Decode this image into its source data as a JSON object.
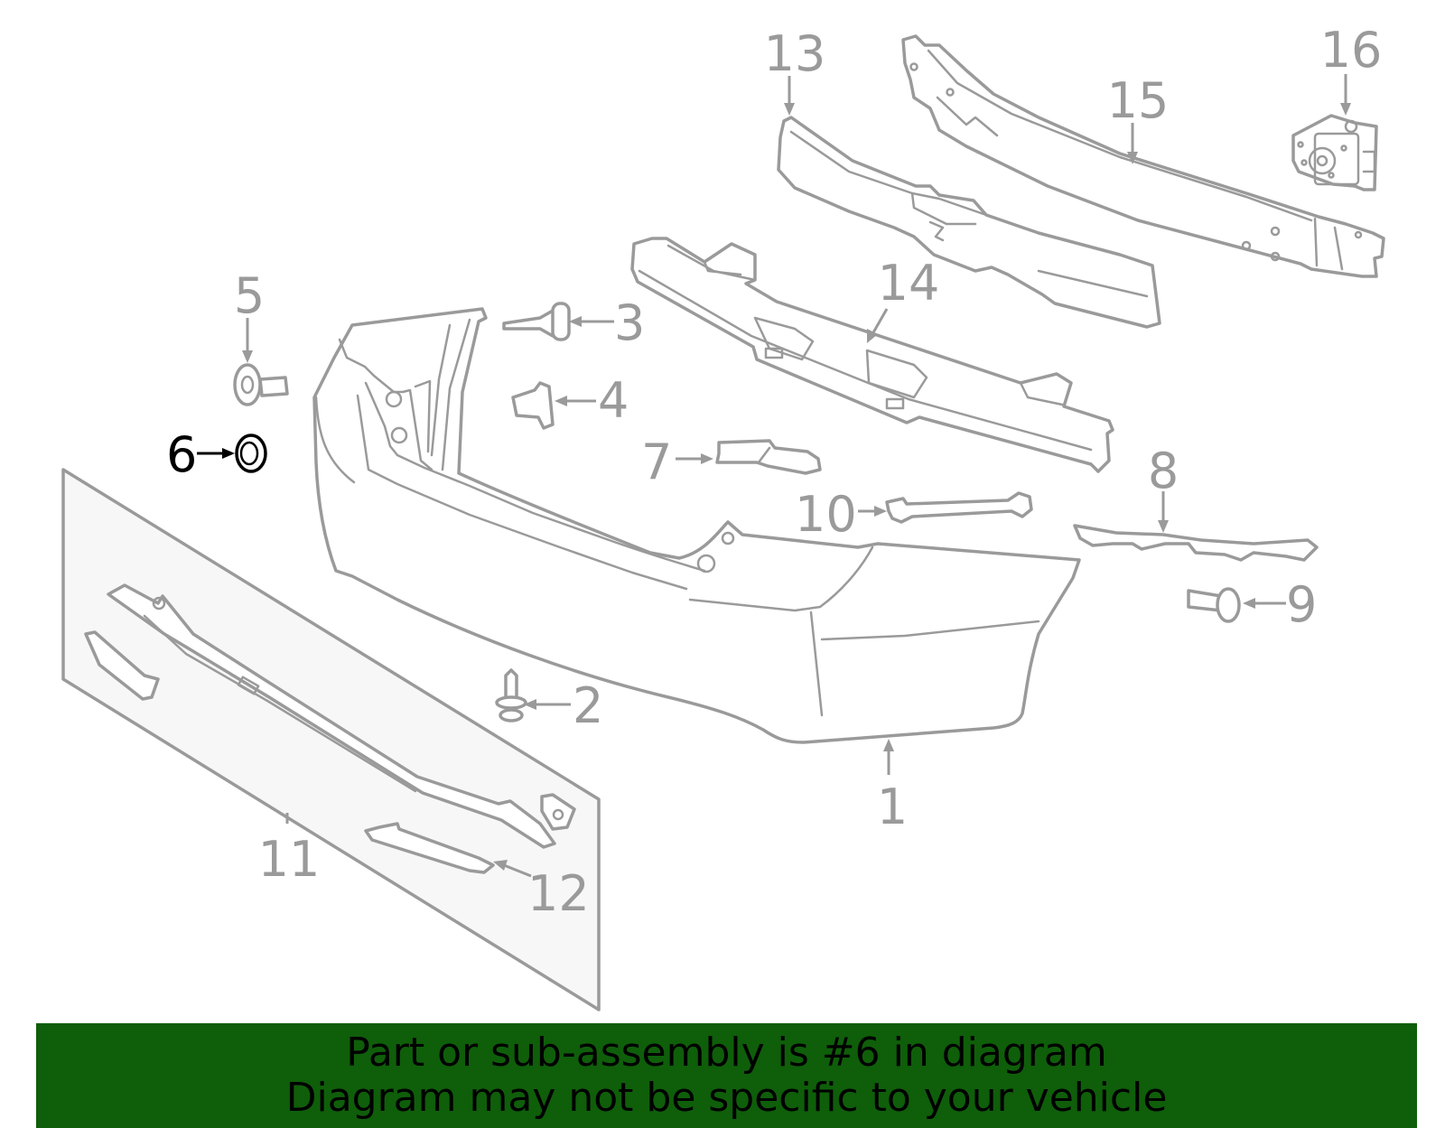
{
  "diagram": {
    "labels": {
      "p1": "1",
      "p2": "2",
      "p3": "3",
      "p4": "4",
      "p5": "5",
      "p6": "6",
      "p7": "7",
      "p8": "8",
      "p9": "9",
      "p10": "10",
      "p11": "11",
      "p12": "12",
      "p13": "13",
      "p14": "14",
      "p15": "15",
      "p16": "16"
    },
    "highlighted_part": "6"
  },
  "banner": {
    "line1": "Part or sub-assembly is #6 in diagram",
    "line2": "Diagram may not be specific to your vehicle",
    "background": "#0f5e0a",
    "text_color": "#000000"
  },
  "colors": {
    "line_gray": "#9a9a9a",
    "highlight": "#000000",
    "plate_fill": "#f7f7f7"
  }
}
